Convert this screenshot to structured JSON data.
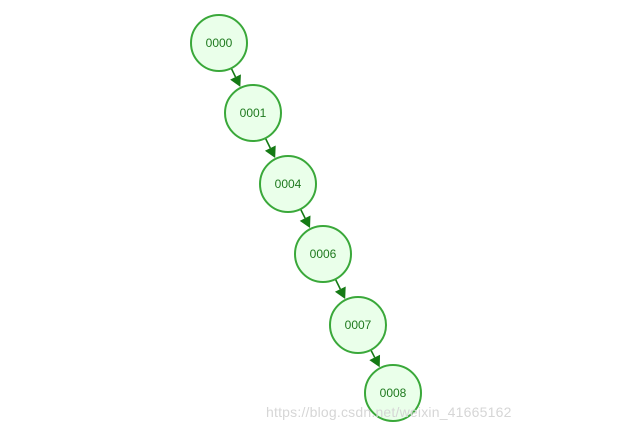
{
  "diagram": {
    "type": "linked-tree",
    "colors": {
      "node_fill": "#eaffea",
      "node_stroke": "#3aa83a",
      "edge": "#157a15",
      "label": "#1f7a1f"
    },
    "nodes": [
      {
        "id": "n0",
        "label": "0000"
      },
      {
        "id": "n1",
        "label": "0001"
      },
      {
        "id": "n2",
        "label": "0004"
      },
      {
        "id": "n3",
        "label": "0006"
      },
      {
        "id": "n4",
        "label": "0007"
      },
      {
        "id": "n5",
        "label": "0008"
      }
    ],
    "edges": [
      {
        "from": "n0",
        "to": "n1"
      },
      {
        "from": "n1",
        "to": "n2"
      },
      {
        "from": "n2",
        "to": "n3"
      },
      {
        "from": "n3",
        "to": "n4"
      },
      {
        "from": "n4",
        "to": "n5"
      }
    ]
  },
  "watermark": {
    "text": "https://blog.csdn.net/weixin_41665162"
  }
}
